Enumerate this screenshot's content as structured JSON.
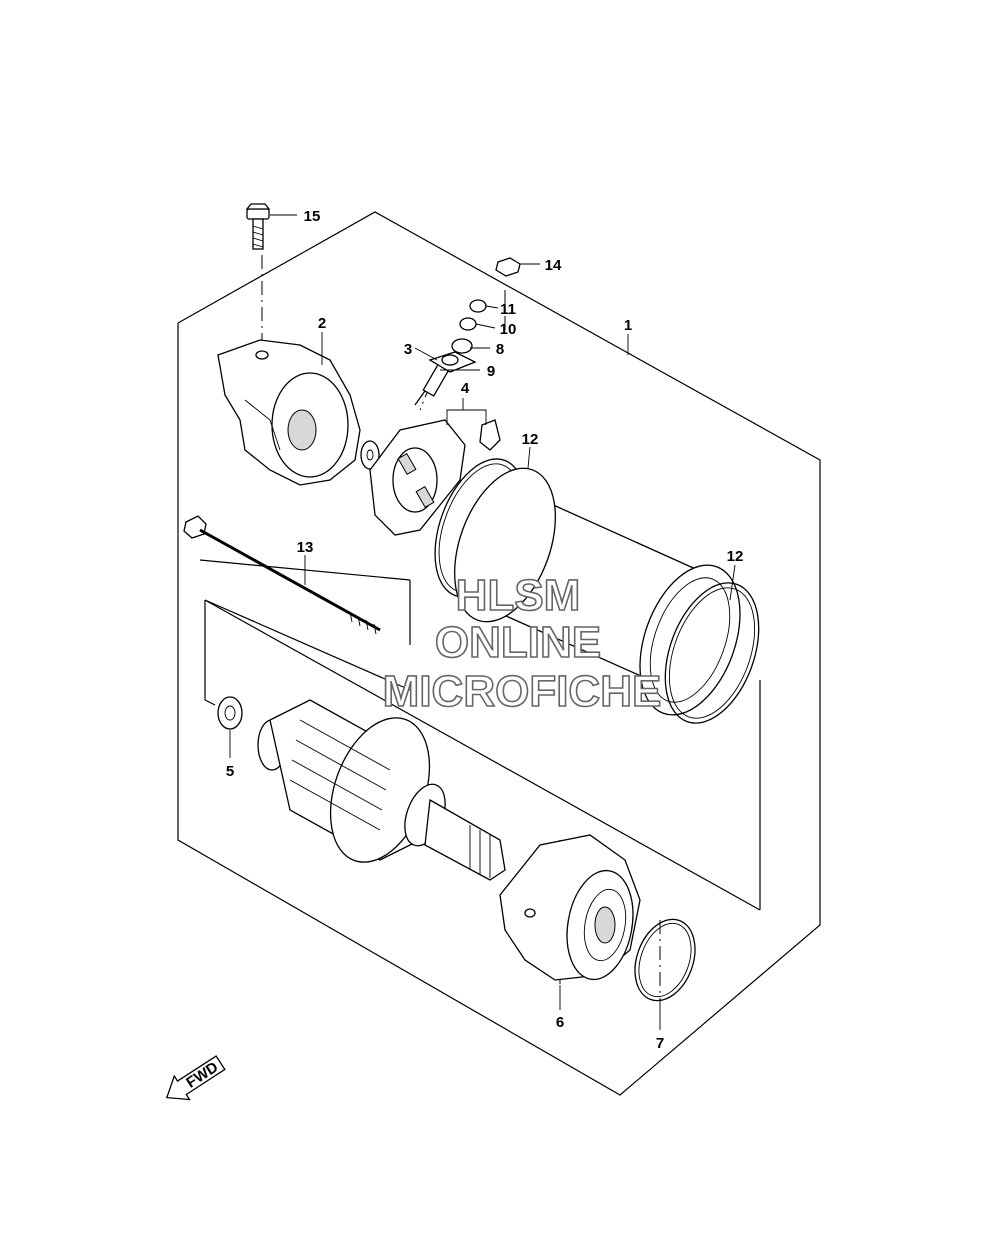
{
  "parts": [
    {
      "id": "p1",
      "number": "1"
    },
    {
      "id": "p2",
      "number": "2"
    },
    {
      "id": "p3",
      "number": "3"
    },
    {
      "id": "p4",
      "number": "4"
    },
    {
      "id": "p5",
      "number": "5"
    },
    {
      "id": "p6",
      "number": "6"
    },
    {
      "id": "p7",
      "number": "7"
    },
    {
      "id": "p8",
      "number": "8"
    },
    {
      "id": "p9",
      "number": "9"
    },
    {
      "id": "p10",
      "number": "10"
    },
    {
      "id": "p11",
      "number": "11"
    },
    {
      "id": "p12a",
      "number": "12"
    },
    {
      "id": "p12b",
      "number": "12"
    },
    {
      "id": "p13",
      "number": "13"
    },
    {
      "id": "p14",
      "number": "14"
    },
    {
      "id": "p15",
      "number": "15"
    }
  ],
  "watermark": {
    "line1": "HLSM",
    "line2": "ONLINE",
    "line3": "MICROFICHE"
  },
  "direction_marker": "FWD"
}
